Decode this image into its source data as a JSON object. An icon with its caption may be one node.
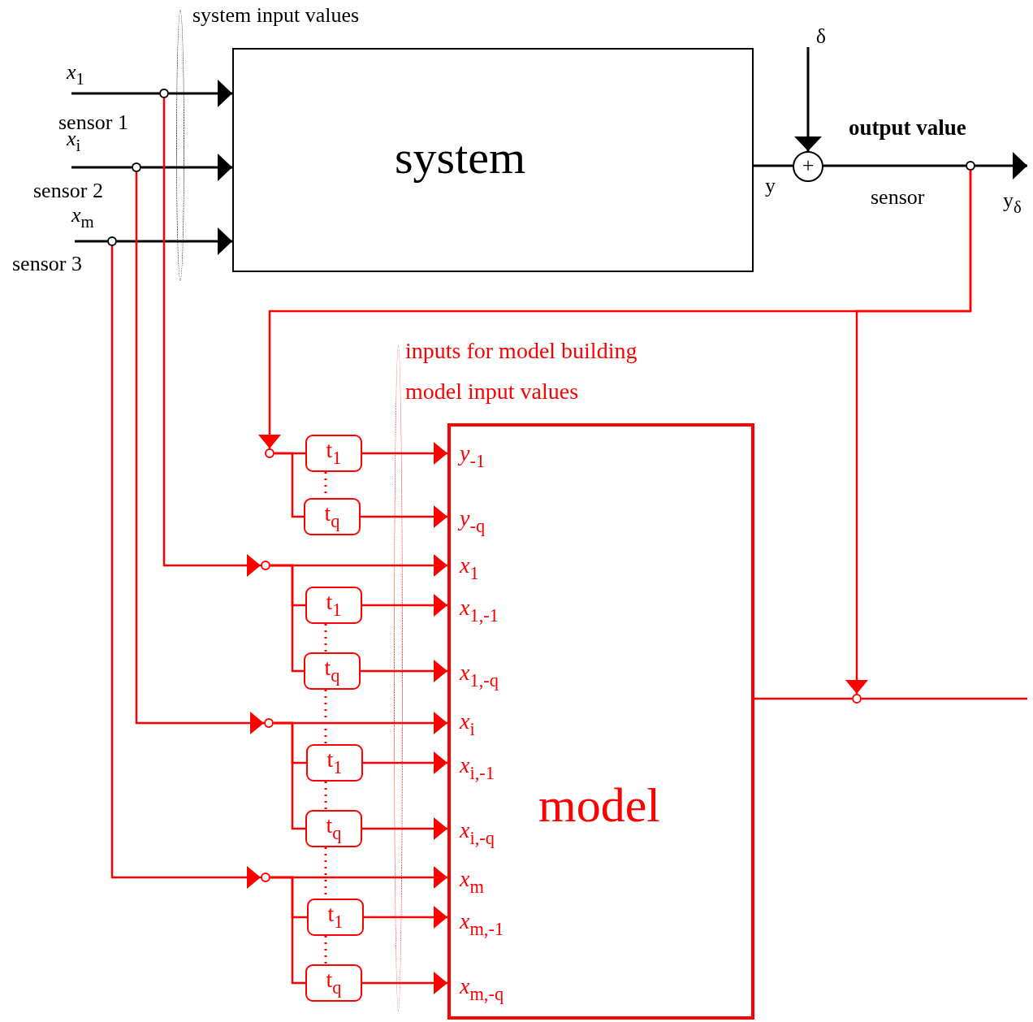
{
  "diagram": {
    "nodes": [
      {
        "text": [
          "system"
        ]
      },
      {
        "text": [
          "+"
        ]
      },
      {
        "text": [
          "model"
        ]
      },
      {
        "text": [],
        "shape": "circle"
      },
      {
        "text": [],
        "shape": "circle"
      },
      {
        "text": [],
        "shape": "circle"
      },
      {
        "text": [],
        "shape": "circle"
      },
      {
        "text": [],
        "shape": "circle"
      },
      {
        "text": [
          "t$_{1}$"
        ]
      },
      {
        "text": [
          "t$_{q}$"
        ]
      },
      {
        "text": [],
        "shape": "circle"
      },
      {
        "text": [
          "t$_{1}$"
        ]
      },
      {
        "text": [
          "t$_{q}$"
        ]
      },
      {
        "text": [],
        "shape": "circle"
      },
      {
        "text": [
          "t$_{1}$"
        ]
      },
      {
        "text": [
          "t$_{q}$"
        ]
      },
      {
        "text": [],
        "shape": "circle"
      },
      {
        "text": [
          "t$_{1}$"
        ]
      },
      {
        "text": [
          "t$_{q}$"
        ]
      },
      {
        "text": [],
        "shape": "circle"
      },
      {
        "text": [
          "δ"
        ]
      },
      {
        "text": [],
        "shape": "ellipse",
        "beside": [
          "system input values"
        ]
      },
      {
        "text": [],
        "shape": "ellipse",
        "beside": [
          "inputs for model building",
          "model input values"
        ]
      }
    ],
    "edges": [
      {
        "from": null,
        "to": 3,
        "arrow": "none",
        "color": "#000000"
      },
      {
        "from": 3,
        "to": 0,
        "arrow": "to",
        "color": "#000000"
      },
      {
        "from": null,
        "to": 4,
        "arrow": "none",
        "color": "#000000"
      },
      {
        "from": 4,
        "to": 0,
        "arrow": "to",
        "color": "#000000"
      },
      {
        "from": null,
        "to": 5,
        "arrow": "none",
        "color": "#000000"
      },
      {
        "from": 5,
        "to": 0,
        "arrow": "to",
        "color": "#000000"
      },
      {
        "from": 20,
        "to": 1,
        "arrow": "to",
        "color": "#000000"
      },
      {
        "from": 0,
        "to": 1,
        "arrow": "none",
        "color": "#000000"
      },
      {
        "from": 1,
        "to": 6,
        "arrow": "none",
        "color": "#000000"
      },
      {
        "from": 6,
        "to": null,
        "arrow": "to",
        "color": "#000000"
      },
      {
        "from": 6,
        "to": 7,
        "arrow": "to"
      },
      {
        "from": 6,
        "to": 19,
        "arrow": "to"
      },
      {
        "from": 3,
        "to": 10,
        "arrow": "to"
      },
      {
        "from": 4,
        "to": 13,
        "arrow": "to"
      },
      {
        "from": 5,
        "to": 16,
        "arrow": "to"
      },
      {
        "from": 2,
        "to": 19,
        "arrow": "none"
      },
      {
        "from": 19,
        "to": null,
        "arrow": "none"
      },
      {
        "from": 7,
        "to": 8,
        "arrow": "none"
      },
      {
        "from": 7,
        "to": 9,
        "arrow": "none"
      },
      {
        "from": 8,
        "to": 2,
        "arrow": "to"
      },
      {
        "from": 9,
        "to": 2,
        "arrow": "to"
      },
      {
        "from": 10,
        "to": 2,
        "arrow": "to"
      },
      {
        "from": 10,
        "to": 11,
        "arrow": "none"
      },
      {
        "from": 10,
        "to": 12,
        "arrow": "none"
      },
      {
        "from": 11,
        "to": 2,
        "arrow": "to"
      },
      {
        "from": 12,
        "to": 2,
        "arrow": "to"
      },
      {
        "from": 13,
        "to": 2,
        "arrow": "to"
      },
      {
        "from": 13,
        "to": 14,
        "arrow": "none"
      },
      {
        "from": 13,
        "to": 15,
        "arrow": "none"
      },
      {
        "from": 14,
        "to": 2,
        "arrow": "to"
      },
      {
        "from": 15,
        "to": 2,
        "arrow": "to"
      },
      {
        "from": 16,
        "to": 2,
        "arrow": "to"
      },
      {
        "from": 16,
        "to": 17,
        "arrow": "none"
      },
      {
        "from": 16,
        "to": 18,
        "arrow": "none"
      },
      {
        "from": 17,
        "to": 2,
        "arrow": "to"
      },
      {
        "from": 18,
        "to": 2,
        "arrow": "to"
      },
      {
        "from": 8,
        "to": 9,
        "arrow": "none",
        "style": "dashed"
      },
      {
        "from": 11,
        "to": 12,
        "arrow": "none",
        "style": "dashed"
      },
      {
        "from": 12,
        "to": 14,
        "arrow": "none",
        "style": "dashed"
      },
      {
        "from": 14,
        "to": 15,
        "arrow": "none",
        "style": "dashed"
      },
      {
        "from": 15,
        "to": 17,
        "arrow": "none",
        "style": "dashed"
      },
      {
        "from": 17,
        "to": 18,
        "arrow": "none",
        "style": "dashed"
      }
    ],
    "labels": [
      "*x*$_{1}$",
      "sensor 1",
      "*x*$_{i}$",
      "sensor 2",
      "*x*$_{m}$",
      "sensor 3",
      "output value",
      "y",
      "sensor",
      "y$_{δ}$",
      "*y*$_{-1}$",
      "*y*$_{-q}$",
      "*x*$_{1}$",
      "*x*$_{1,-1}$",
      "*x*$_{1,-q}$",
      "*x*$_{i}$",
      "*x*$_{i,-1}$",
      "*x*$_{i,-q}$",
      "*x*$_{m}$",
      "*x*$_{m,-1}$",
      "*x*$_{m,-q}$"
    ]
  }
}
